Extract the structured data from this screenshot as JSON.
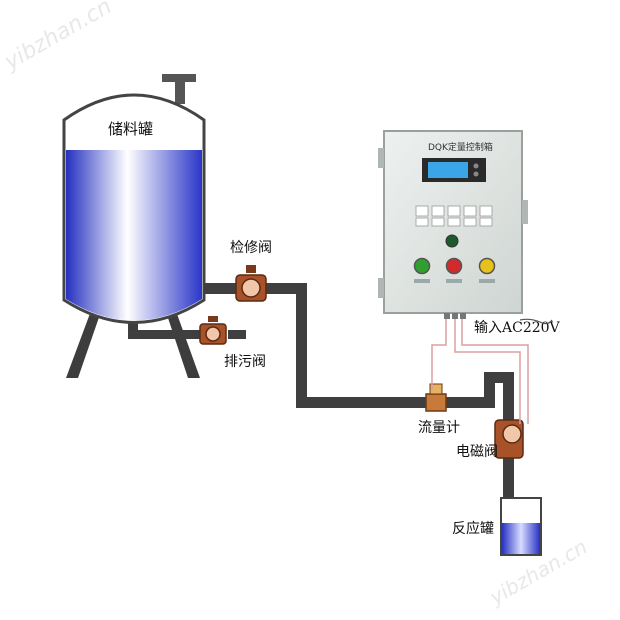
{
  "watermark": "yibzhan.cn",
  "labels": {
    "storage_tank": "储料罐",
    "service_valve": "检修阀",
    "drain_valve": "排污阀",
    "flow_meter": "流量计",
    "solenoid_valve": "电磁阀",
    "reaction_tank": "反应罐",
    "power_input": "输入AC220V"
  },
  "control_box": {
    "title": "DQK定量控制箱"
  },
  "colors": {
    "pipe": "#3f3f3f",
    "liquid": "#2b34c8",
    "valve_body": "#a8522a",
    "box_panel": "#dfe3e0",
    "wire": "#d8a0a0",
    "button_green": "#2fa02f",
    "button_red": "#d22a2a",
    "button_yellow": "#e6c21a"
  },
  "icons": {
    "valve": "butterfly-valve-icon",
    "pump": "solenoid-valve-icon",
    "meter": "flow-meter-icon"
  }
}
